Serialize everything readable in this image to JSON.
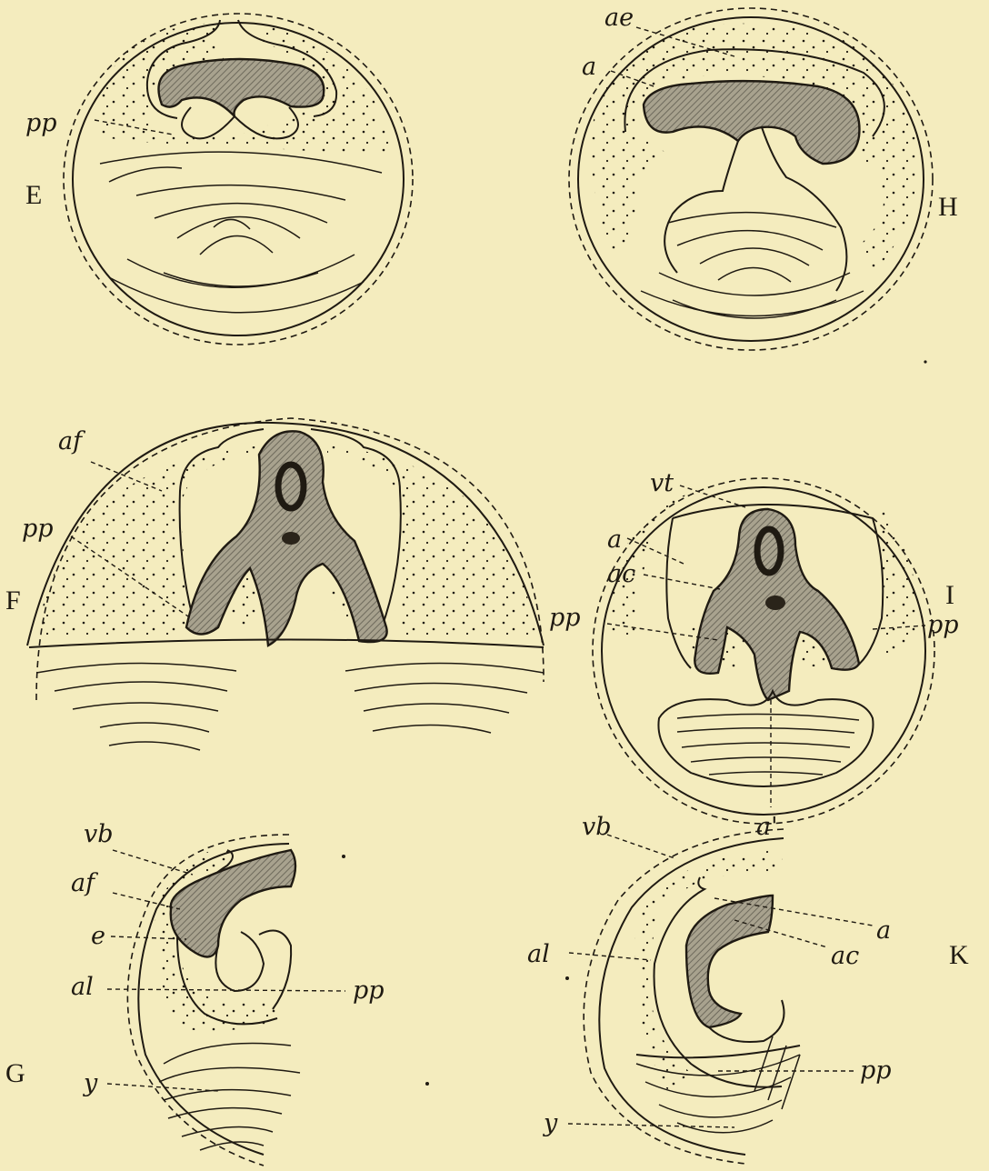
{
  "figures": {
    "E": {
      "letter": "E",
      "labels": {
        "pp": "pp"
      }
    },
    "H": {
      "letter": "H",
      "labels": {
        "ae": "ae",
        "a": "a"
      }
    },
    "F": {
      "letter": "F",
      "labels": {
        "af": "af",
        "pp": "pp"
      }
    },
    "I": {
      "letter": "I",
      "labels": {
        "vt": "vt",
        "a": "a",
        "ac": "ac",
        "pp_left": "pp",
        "pp_right": "pp",
        "a_prime": "a'"
      }
    },
    "G": {
      "letter": "G",
      "labels": {
        "vb": "vb",
        "af": "af",
        "e": "e",
        "al": "al",
        "pp": "pp",
        "y": "y"
      }
    },
    "K": {
      "letter": "K",
      "labels": {
        "vb": "vb",
        "a": "a",
        "ac": "ac",
        "al": "al",
        "pp": "pp",
        "y": "y"
      }
    }
  },
  "colors": {
    "paper": "#f4ecbe",
    "ink": "#1f1a12",
    "embryo_shading": "#8f8a79"
  }
}
